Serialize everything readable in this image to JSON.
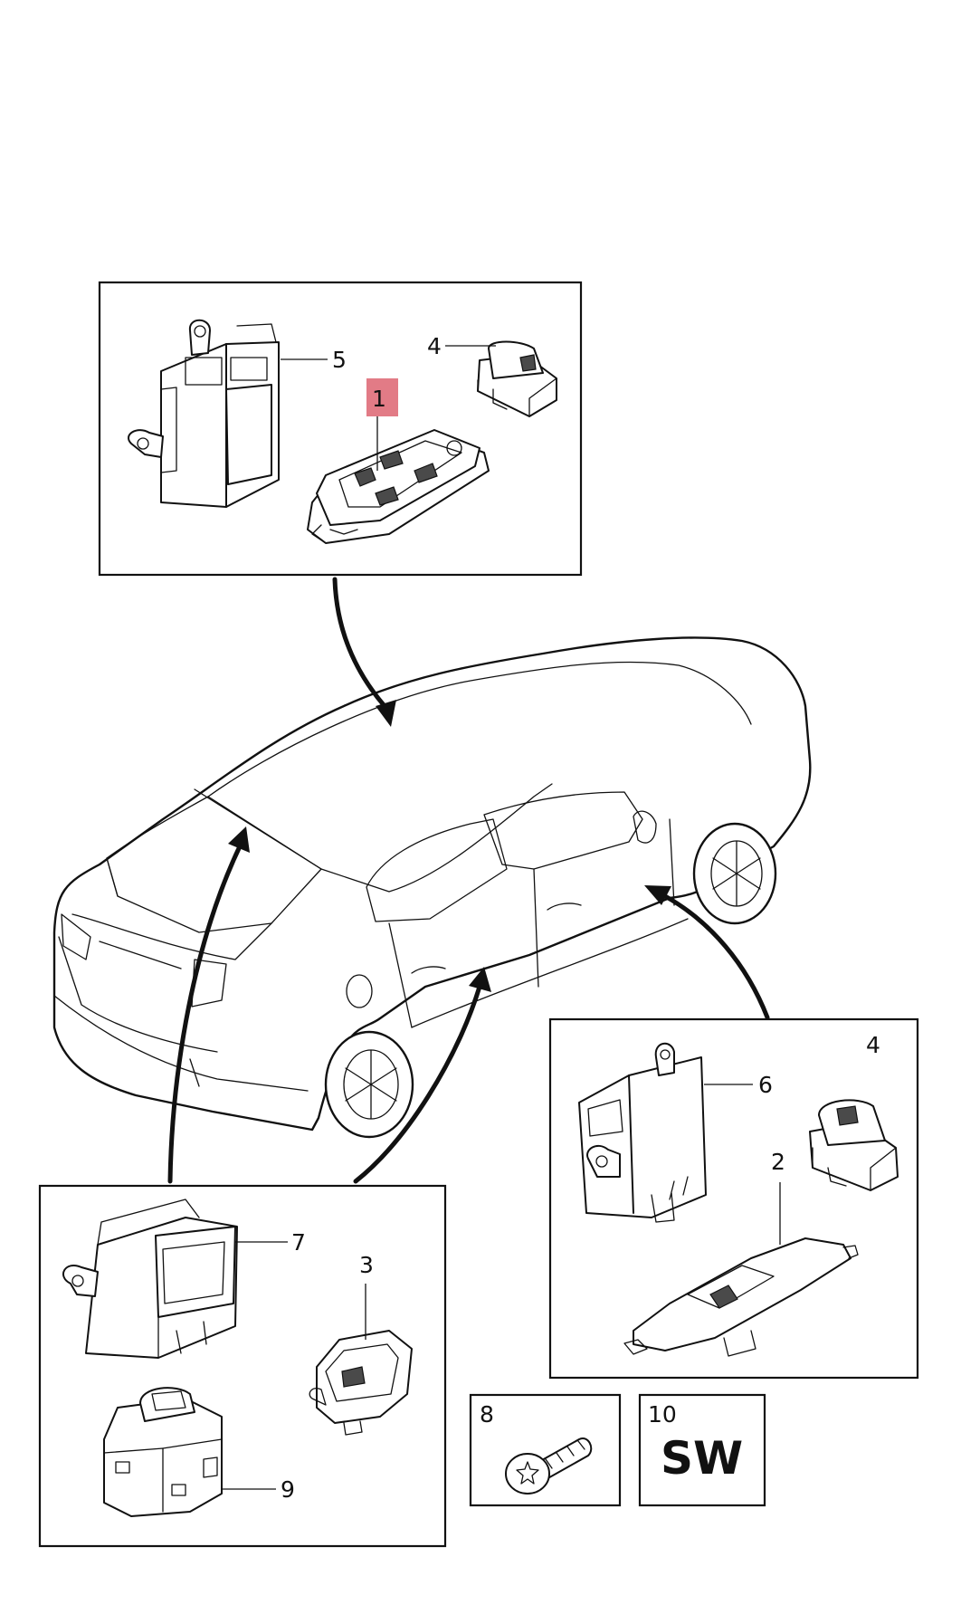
{
  "callouts": {
    "p1": "1",
    "p2": "2",
    "p3": "3",
    "p4_top": "4",
    "p4_right": "4",
    "p5": "5",
    "p6": "6",
    "p7": "7",
    "p8": "8",
    "p9": "9",
    "p10": "10"
  },
  "box10_text": "SW",
  "colors": {
    "line": "#111111",
    "highlight": "#e27b86",
    "background": "#ffffff"
  },
  "highlighted_part": "1"
}
